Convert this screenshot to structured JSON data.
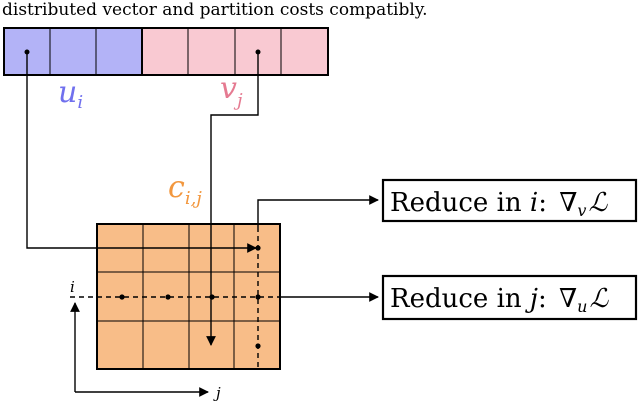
{
  "caption": "distributed vector and partition costs compatibly.",
  "labels": {
    "u": "u",
    "u_sub": "i",
    "v": "v",
    "v_sub": "j",
    "c": "c",
    "c_sub": "i,j",
    "axis_i": "i",
    "axis_j": "j"
  },
  "reduce_i": {
    "prefix": "Reduce in ",
    "var": "i",
    "colon": ": ",
    "nabla": "∇",
    "sub": "v",
    "loss": "ℒ"
  },
  "reduce_j": {
    "prefix": "Reduce in ",
    "var": "j",
    "colon": ": ",
    "nabla": "∇",
    "sub": "u",
    "loss": "ℒ"
  },
  "colors": {
    "u_fill": "#b3b3f7",
    "u_text": "#7070ee",
    "v_fill": "#f9c9d2",
    "v_text": "#e57a91",
    "c_fill": "#f8bd88",
    "c_text": "#f2973e"
  }
}
